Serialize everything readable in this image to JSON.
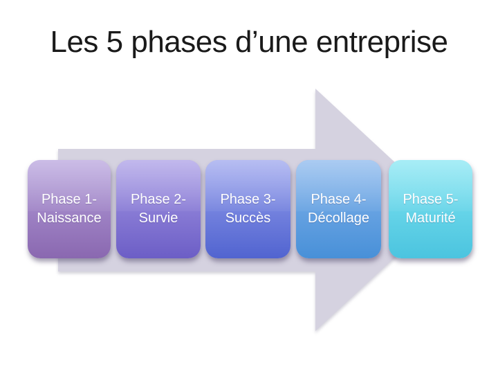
{
  "slide": {
    "title": "Les 5 phases d’une entreprise",
    "title_color": "#1a1a1a",
    "background_color": "#ffffff"
  },
  "arrow": {
    "fill": "#d5d2e0"
  },
  "colors": {
    "phase_text": "#ffffff"
  },
  "phases": [
    {
      "line1": "Phase 1-",
      "line2": "Naissance",
      "top_color": "#b5a0dc",
      "bottom_color": "#8a68b0"
    },
    {
      "line1": "Phase 2-",
      "line2": "Survie",
      "top_color": "#a79ae5",
      "bottom_color": "#6c5ec6"
    },
    {
      "line1": "Phase 3-",
      "line2": "Succès",
      "top_color": "#98a1ed",
      "bottom_color": "#5164d0"
    },
    {
      "line1": "Phase 4-",
      "line2": "Décollage",
      "top_color": "#86b5ec",
      "bottom_color": "#4890d8"
    },
    {
      "line1": "Phase 5-",
      "line2": "Maturité",
      "top_color": "#82e5f2",
      "bottom_color": "#4bc4df"
    }
  ]
}
